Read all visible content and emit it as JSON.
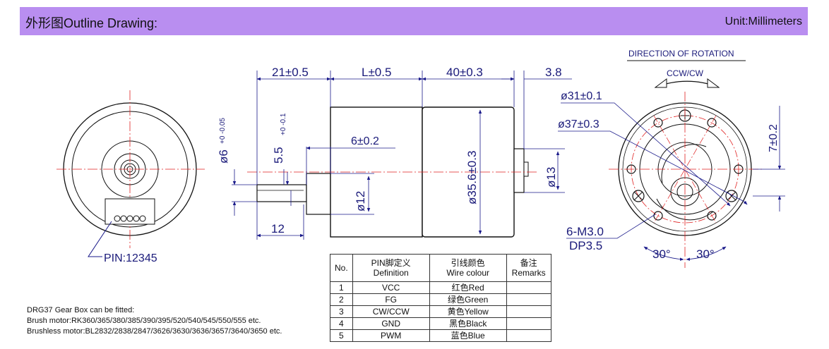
{
  "header": {
    "title": "外形图Outline Drawing:",
    "unit": "Unit:Millimeters",
    "bg_color": "#b98ef0"
  },
  "dimensions": {
    "d21": "21±0.5",
    "dL": "L±0.5",
    "d40": "40±0.3",
    "d38": "3.8",
    "d6": "6±0.2",
    "d12": "12",
    "d55": "5.5+0\n-0.1",
    "d55_main": "5.5",
    "d55_tol": "+0 -0.1",
    "d6shaft": "ø6-0.05",
    "d6shaft_main": "ø6",
    "d6shaft_tol": "+0 -0.05",
    "d12dia": "ø12",
    "d356": "ø35.6±0.3",
    "d13": "ø13",
    "d31": "ø31±0.1",
    "d37": "ø37±0.3",
    "d7": "7±0.2",
    "m3": "6-M3.0",
    "dp": "DP3.5",
    "ang1": "30°",
    "ang2": "30°",
    "pin": "PIN:12345"
  },
  "rotation": {
    "title": "DIRECTION OF ROTATION",
    "label": "CCW/CW"
  },
  "pin_table": {
    "headers": {
      "no": "No.",
      "pin_cn": "PIN脚定义",
      "pin_en": "Definition",
      "wire_cn": "引线颜色",
      "wire_en": "Wire colour",
      "remark_cn": "备注",
      "remark_en": "Remarks"
    },
    "rows": [
      {
        "no": "1",
        "def": "VCC",
        "colour": "红色Red",
        "remark": ""
      },
      {
        "no": "2",
        "def": "FG",
        "colour": "绿色Green",
        "remark": ""
      },
      {
        "no": "3",
        "def": "CW/CCW",
        "colour": "黄色Yellow",
        "remark": ""
      },
      {
        "no": "4",
        "def": "GND",
        "colour": "黑色Black",
        "remark": ""
      },
      {
        "no": "5",
        "def": "PWM",
        "colour": "蓝色Blue",
        "remark": ""
      }
    ]
  },
  "notes": {
    "line1": "DRG37 Gear Box can be fitted:",
    "line2": "Brush motor:RK360/365/380/385/390/395/520/540/545/550/555 etc.",
    "line3": "Brushless motor:BL2832/2838/2847/3626/3630/3636/3657/3640/3650 etc."
  },
  "colors": {
    "line": "#111111",
    "dimension": "#1a1a8a",
    "centerline": "#e02020"
  }
}
